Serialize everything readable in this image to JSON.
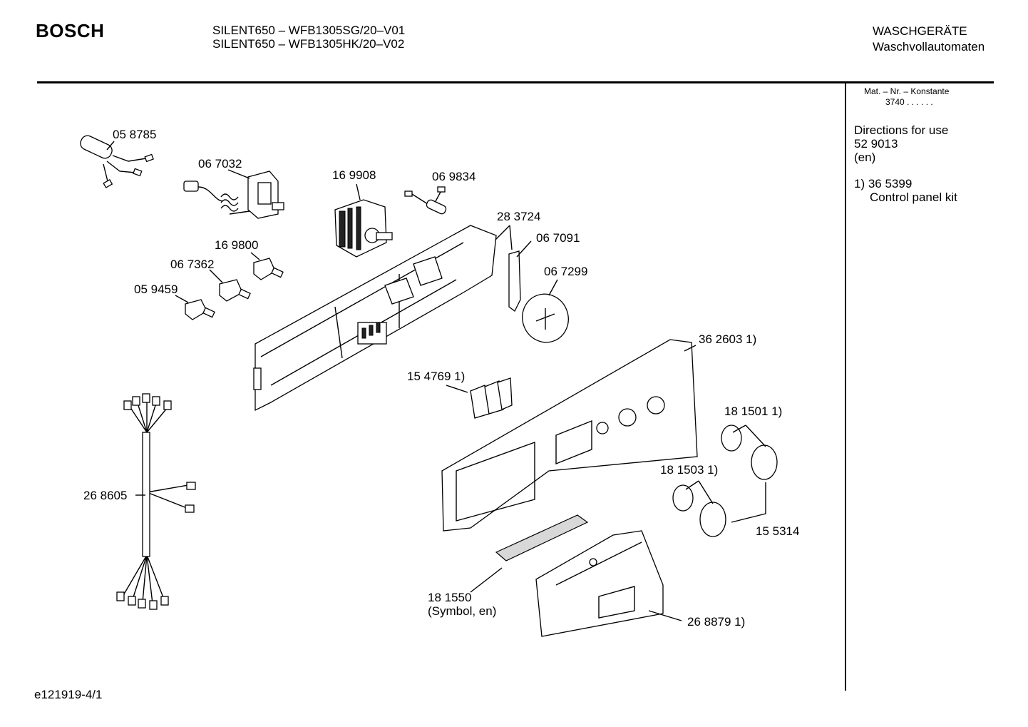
{
  "header": {
    "brand": "BOSCH",
    "model_line_1": "SILENT650 – WFB1305SG/20–V01",
    "model_line_2": "SILENT650 – WFB1305HK/20–V02",
    "category_line_1": "WASCHGERÄTE",
    "category_line_2": "Waschvollautomaten"
  },
  "sidebar": {
    "mat_label": "Mat. – Nr. – Konstante",
    "mat_value": "3740  .  .    .  .  .  .",
    "directions_title": "Directions for use",
    "directions_number": "52 9013",
    "directions_lang": "(en)",
    "footnote_marker": "1) 36 5399",
    "footnote_text": "Control panel kit"
  },
  "parts": {
    "p058785": "05 8785",
    "p067032": "06 7032",
    "p169908": "16 9908",
    "p069834": "06 9834",
    "p283724": "28 3724",
    "p067091": "06 7091",
    "p169800": "16 9800",
    "p067362": "06 7362",
    "p067299": "06 7299",
    "p059459": "05 9459",
    "p362603": "36 2603 1)",
    "p154769": "15 4769 1)",
    "p181501": "18 1501 1)",
    "p268605": "26 8605",
    "p181503": "18 1503 1)",
    "p155314": "15 5314",
    "p181550": "18 1550",
    "p181550_note": "(Symbol, en)",
    "p268879": "26 8879 1)"
  },
  "footer": {
    "doc_id": "e121919-4/1"
  }
}
